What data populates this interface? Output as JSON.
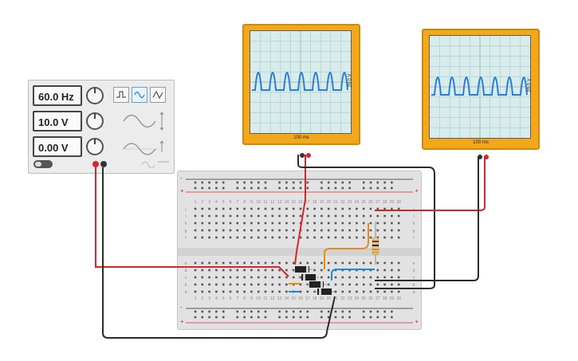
{
  "function_generator": {
    "frequency": "60.0 Hz",
    "amplitude": "10.0 V",
    "dc_offset": "0.00 V",
    "waveform_buttons": [
      "square-wave-icon",
      "sine-wave-icon",
      "triangle-wave-icon"
    ],
    "selected_waveform": "sine"
  },
  "oscilloscopes": [
    {
      "id": "oscilloscope-1",
      "time_per_division": "100 ms",
      "volts_per_division": "20.0 V"
    },
    {
      "id": "oscilloscope-2",
      "time_per_division": "100 ms",
      "volts_per_division": "20.0 V"
    }
  ],
  "breadboard": {
    "row_letters_top": [
      "j",
      "i",
      "h",
      "g",
      "f"
    ],
    "row_letters_bottom": [
      "e",
      "d",
      "c",
      "b",
      "a"
    ],
    "column_numbers": [
      "1",
      "2",
      "3",
      "4",
      "5",
      "6",
      "7",
      "8",
      "9",
      "10",
      "11",
      "12",
      "13",
      "14",
      "15",
      "16",
      "17",
      "18",
      "19",
      "20",
      "21",
      "22",
      "23",
      "24",
      "25",
      "26",
      "27",
      "28",
      "29",
      "30"
    ],
    "rail_plus": "+",
    "rail_minus": "-"
  },
  "colors": {
    "wire_red": "#d6262b",
    "wire_black": "#2b2b2b",
    "wire_orange": "#e98a15",
    "wire_blue": "#1e88d8",
    "scope_body": "#f3a81c",
    "trace": "#2a7fd4"
  }
}
